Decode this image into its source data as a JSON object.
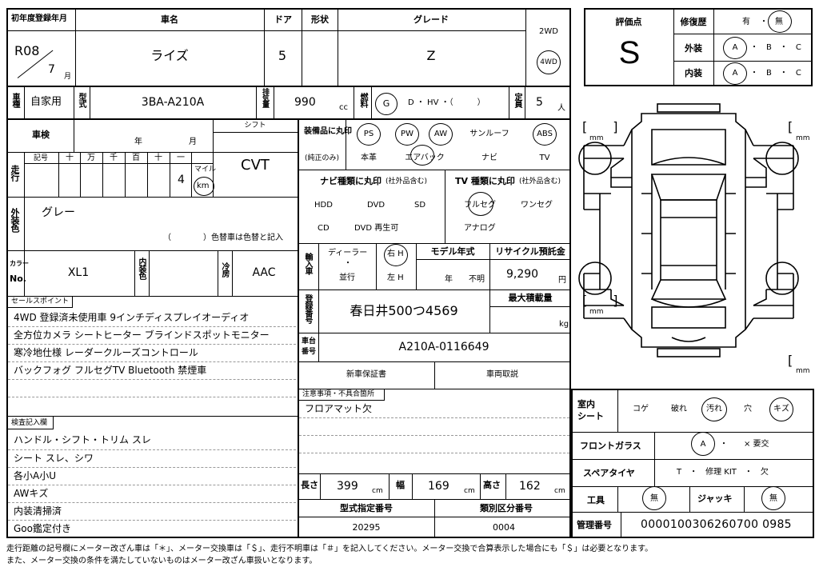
{
  "header": {
    "first_reg_label": "初年度登録年月",
    "first_reg_value": "R08",
    "first_reg_month": "7",
    "month_unit": "月",
    "car_name_label": "車名",
    "car_name": "ライズ",
    "door_label": "ドア",
    "door": "5",
    "shape_label": "形状",
    "grade_label": "グレード",
    "grade": "Z",
    "drive_2wd": "2WD",
    "drive_4wd": "4WD"
  },
  "row2": {
    "use_label": "車種",
    "use": "自家用",
    "model_label": "型式",
    "model": "3BA-A210A",
    "displacement_label": "排気量",
    "displacement": "990",
    "cc": "cc",
    "fuel_label": "燃料",
    "fuel_g": "G",
    "fuel_rest": "D ・ HV ・（　　　）",
    "capacity_label": "定員",
    "capacity": "5",
    "person_unit": "人"
  },
  "evaluation": {
    "score_label": "評価点",
    "score": "S",
    "repair_label": "修復歴",
    "repair_yes": "有",
    "repair_dot": "・",
    "repair_no": "無",
    "exterior_label": "外装",
    "interior_label": "内装",
    "grade_a": "A",
    "grade_rest": "・　B　・　C"
  },
  "inspection": {
    "shaken_label": "車検",
    "year_unit": "年",
    "month_unit": "月",
    "shift_label": "シフト",
    "shift": "CVT",
    "mileage_label": "走行",
    "symbol_label": "記号",
    "digits": [
      "十",
      "万",
      "千",
      "百",
      "十",
      "一"
    ],
    "mileage_value": "4",
    "mile_unit": "マイル",
    "km_unit": "km"
  },
  "color": {
    "exterior_color_label": "外装色",
    "exterior_color": "グレー",
    "change_note": "（　　　　）色替車は色替と記入",
    "color_no_label_a": "カラー",
    "color_no_label_b": "No.",
    "color_no": "XL1",
    "interior_color_label": "内装色",
    "aircon_label": "冷房",
    "aircon": "AAC"
  },
  "equipment": {
    "label": "装備品に丸印",
    "sub": "(純正のみ)",
    "items": [
      "PS",
      "PW",
      "AW",
      "サンルーフ",
      "ABS"
    ],
    "items2": [
      "本革",
      "エアバック",
      "ナビ",
      "TV"
    ]
  },
  "navi": {
    "label": "ナビ種類に丸印",
    "sub": "(社外品含む)",
    "items": [
      "HDD",
      "DVD",
      "SD"
    ],
    "items2": [
      "CD",
      "DVD 再生可"
    ]
  },
  "tv": {
    "label": "TV 種類に丸印",
    "sub": "(社外品含む)",
    "items": [
      "フルセグ",
      "ワンセグ"
    ],
    "items2": [
      "アナログ"
    ]
  },
  "import": {
    "label": "輸入車",
    "dealer": "ディーラー",
    "dot": "・",
    "parallel": "並行",
    "rh": "右 H",
    "lh": "左 H"
  },
  "model_year": {
    "label": "モデル年式",
    "year_unit": "年",
    "unknown": "不明"
  },
  "recycle": {
    "label": "リサイクル預託金",
    "value": "9,290",
    "unit": "円"
  },
  "registration": {
    "label": "登録番号",
    "value": "春日井500つ4569",
    "max_load_label": "最大積載量",
    "kg": "kg"
  },
  "chassis": {
    "label": "車台番号",
    "value": "A210A-0116649"
  },
  "warranty": {
    "new_car_warranty": "新車保証書",
    "manual": "車両取説"
  },
  "notes": {
    "label": "注意事項・不具合箇所",
    "lines": [
      "フロアマット欠",
      "",
      "",
      "",
      ""
    ]
  },
  "dimensions": {
    "length_label": "長さ",
    "length": "399",
    "width_label": "幅",
    "width": "169",
    "height_label": "高さ",
    "height": "162",
    "cm": "cm"
  },
  "type_numbers": {
    "type_label": "型式指定番号",
    "type_value": "20295",
    "class_label": "類別区分番号",
    "class_value": "0004"
  },
  "sales_points": {
    "label": "セールスポイント",
    "lines": [
      "4WD 登録済未使用車 9インチディスプレイオーディオ",
      "全方位カメラ シートヒーター ブラインドスポットモニター",
      "寒冷地仕様 レーダークルーズコントロール",
      "バックフォグ フルセグTV Bluetooth 禁煙車",
      "",
      ""
    ]
  },
  "inspector": {
    "label": "検査記入欄",
    "lines": [
      "ハンドル・シフト・トリム スレ",
      "シート スレ、シワ",
      "各小A小U",
      "AWキズ",
      "内装清掃済",
      "Goo鑑定付き"
    ]
  },
  "diagram": {
    "mm": "mm",
    "bracket": "[　　]"
  },
  "right_bottom": {
    "interior_seat_label": "室内シート",
    "seat_items": [
      "コゲ",
      "破れ",
      "汚れ",
      "穴",
      "キズ"
    ],
    "windshield_label": "フロントガラス",
    "windshield_a": "A",
    "windshield_rest": "・　　× 要交",
    "spare_label": "スペアタイヤ",
    "spare_items": "T　・　修理 KIT　・　欠",
    "tools_label": "工具",
    "tools_value": "無",
    "jack_label": "ジャッキ",
    "jack_value": "無",
    "control_label": "管理番号",
    "control_value": "0000100306260700 0985"
  },
  "footer": {
    "line1": "走行距離の記号欄にメーター改ざん車は「＊」、メーター交換車は「＄」、走行不明車は「＃」を記入してください。メーター交換で合算表示した場合にも「＄」は必要となります。",
    "line2": "また、メーター交換の条件を満たしていないものはメーター改ざん車扱いとなります。"
  }
}
